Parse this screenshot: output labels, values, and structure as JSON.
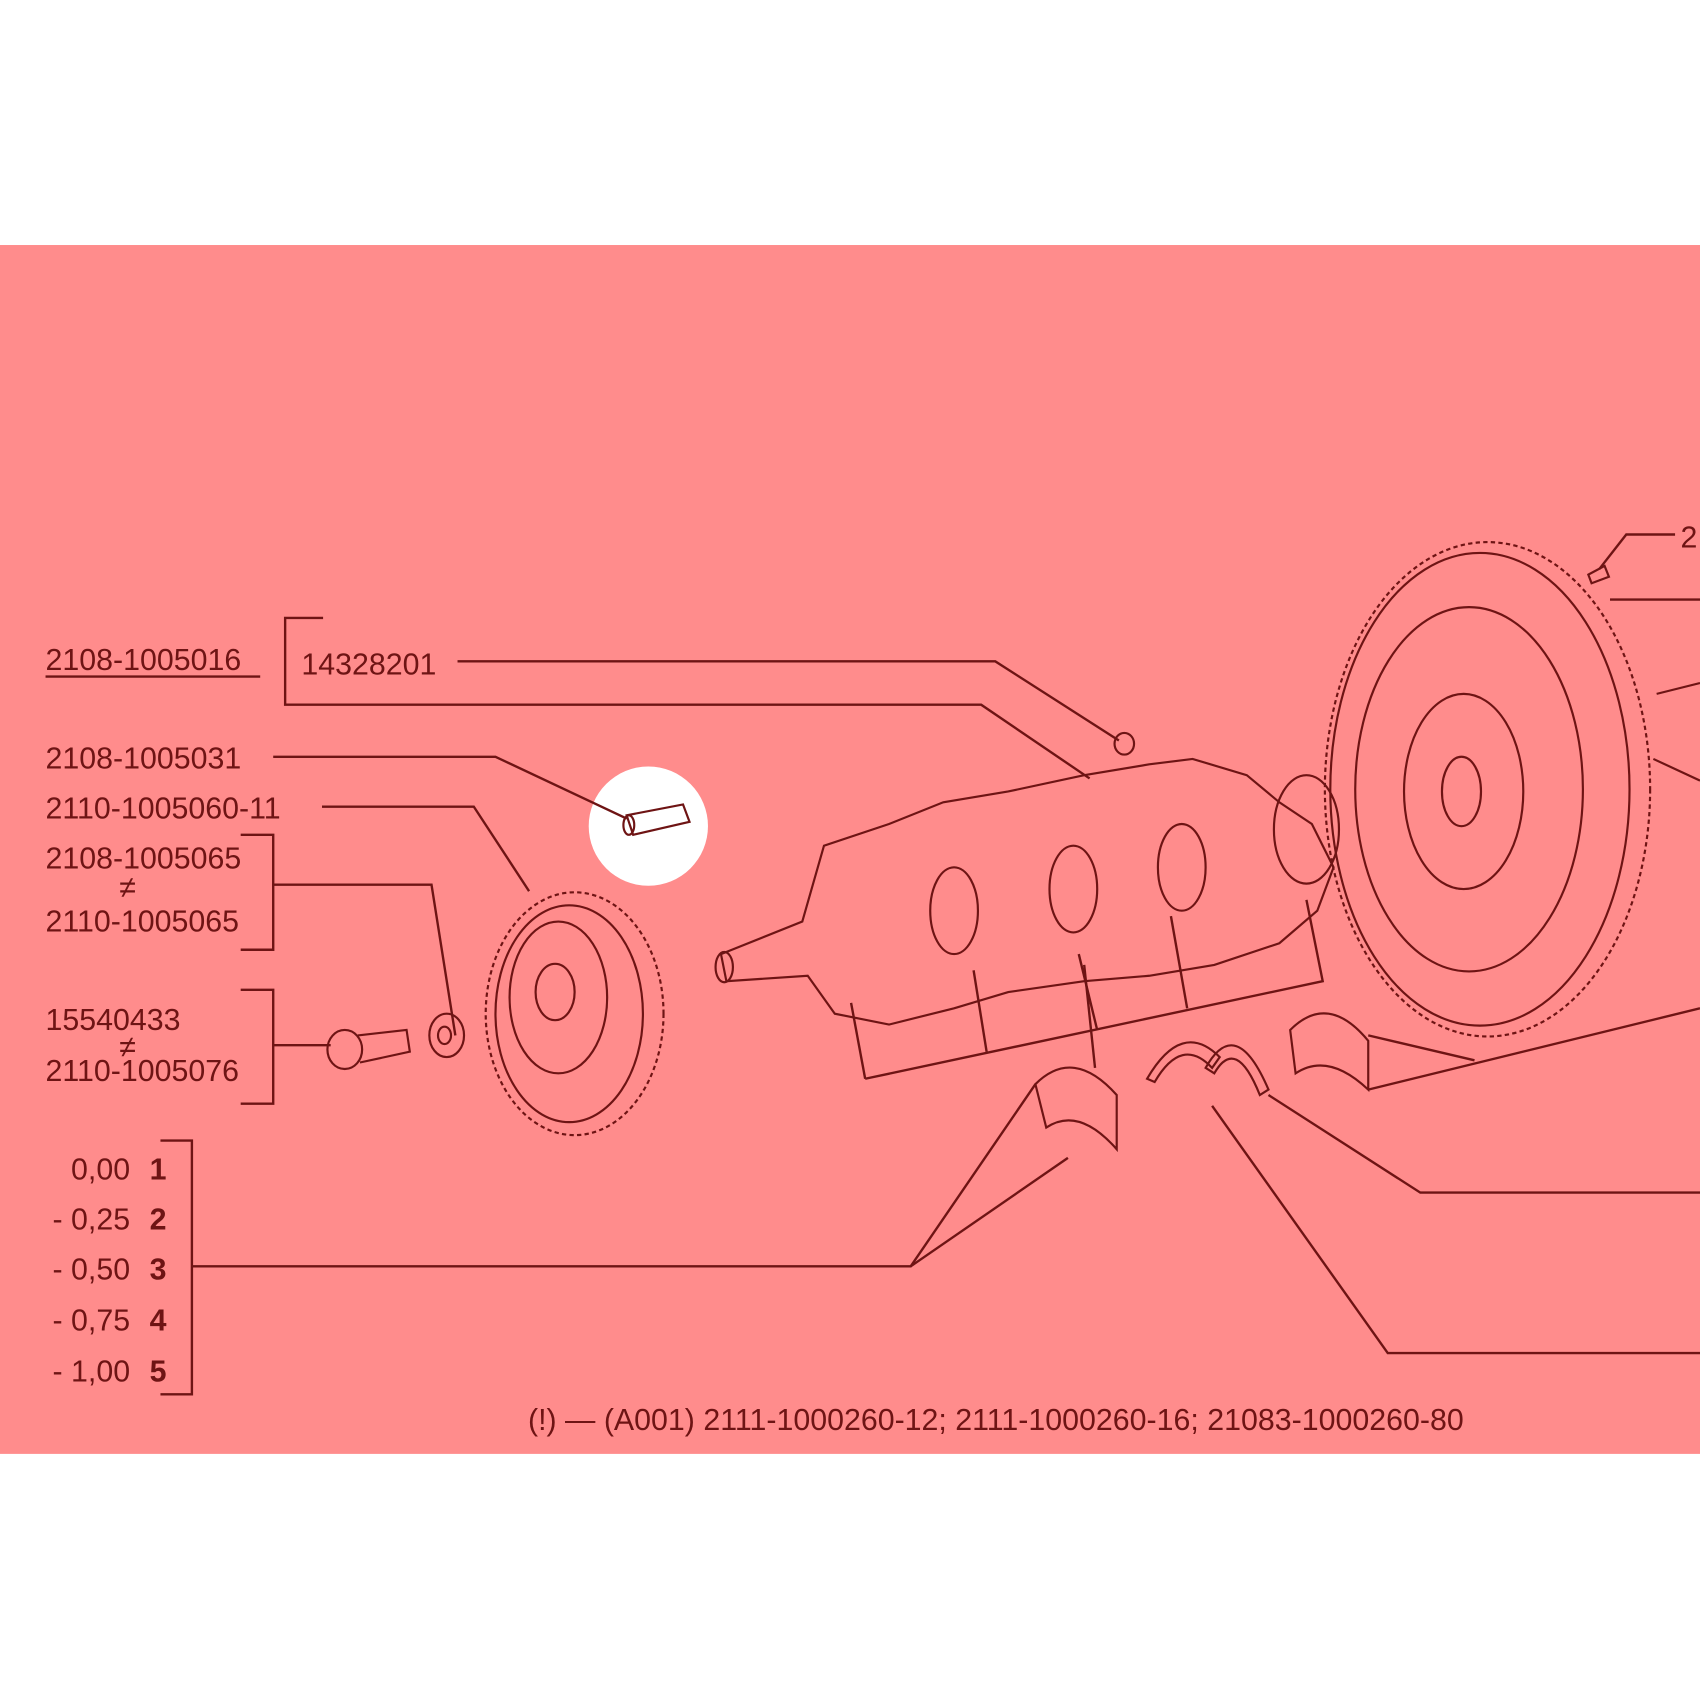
{
  "diagram": {
    "background_color": "#ff8c8c",
    "line_color": "#6e1414",
    "highlight_color": "#ffffff",
    "labels": {
      "assembly": "2108-1005016",
      "sensor_ring_part": "14328201",
      "key_pin": "2108-1005031",
      "pulley": "2110-1005060-11",
      "washer_a": "2108-1005065",
      "washer_neq": "≠",
      "washer_b": "2110-1005065",
      "bolt_a": "15540433",
      "bolt_neq": "≠",
      "bolt_b": "2110-1005076",
      "top_right_callout": "2"
    },
    "sizes": [
      {
        "value": "0,00",
        "index": "1"
      },
      {
        "value": "- 0,25",
        "index": "2"
      },
      {
        "value": "- 0,50",
        "index": "3"
      },
      {
        "value": "- 0,75",
        "index": "4"
      },
      {
        "value": "- 1,00",
        "index": "5"
      }
    ],
    "footnote": "(!) — (A001) 2111-1000260-12; 2111-1000260-16; 21083-1000260-80"
  }
}
